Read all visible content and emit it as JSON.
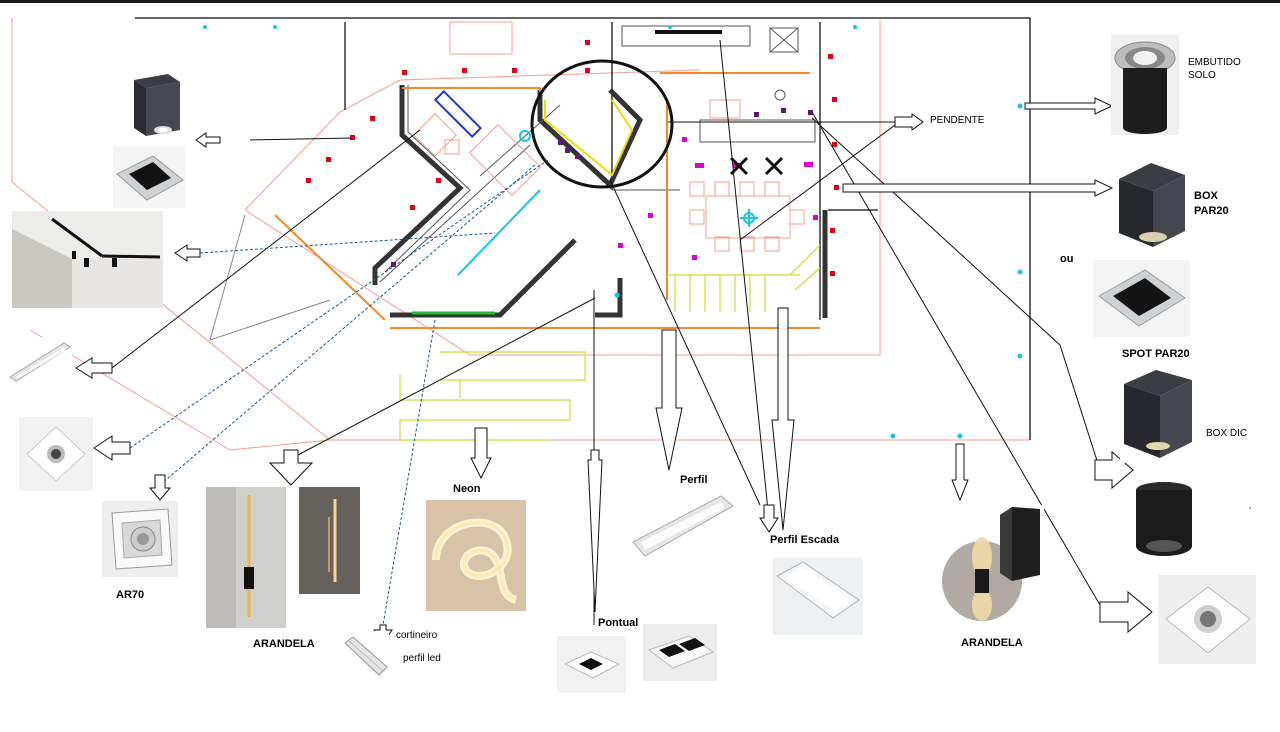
{
  "labels": {
    "embutido_solo_1": "EMBUTIDO",
    "embutido_solo_2": "SOLO",
    "pendente": "PENDENTE",
    "box_par20_1": "BOX",
    "box_par20_2": "PAR20",
    "ou": "ou",
    "spot_par20": "SPOT PAR20",
    "box_dic": "BOX DIC",
    "ar70": "AR70",
    "arandela_left": "ARANDELA",
    "neon": "Neon",
    "cortineiro": "cortineiro",
    "perfil_led": "perfil led",
    "pontual": "Pontual",
    "perfil": "Perfil",
    "perfil_escada": "Perfil Escada",
    "arandela_right": "ARANDELA"
  },
  "colors": {
    "wall": "#333333",
    "orange": "#f08a2a",
    "red_dot": "#e0001a",
    "magenta": "#e000c8",
    "cyan": "#17c8dc",
    "yellow_green": "#c4e03a",
    "blue": "#2233dd",
    "salmon": "#f0a090",
    "green": "#22bb33",
    "purple": "#5a1a6a"
  }
}
